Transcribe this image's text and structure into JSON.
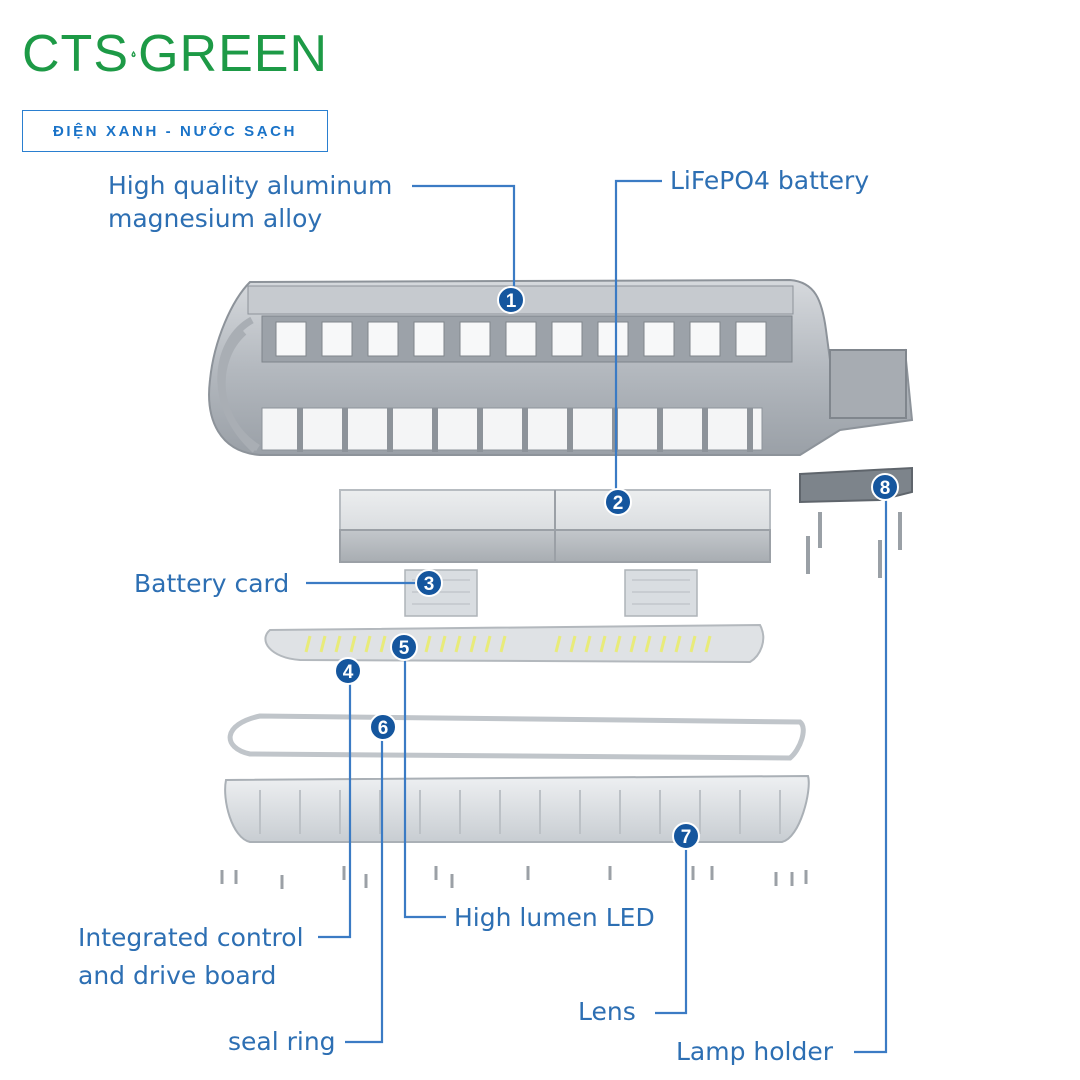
{
  "brand": {
    "name_left": "CTS",
    "name_right": "GREEN",
    "tagline": "ĐIỆN XANH - NƯỚC SẠCH",
    "icon": "water-drop-lightning-icon",
    "color": "#1d9a46",
    "tagline_color": "#1a73c8"
  },
  "colors": {
    "label": "#2d6fb3",
    "leader": "#3b7bc4",
    "badge": "#15569e",
    "led": "#e8eb7a"
  },
  "labels": {
    "aluminum_line1": "High quality aluminum",
    "aluminum_line2": "magnesium alloy",
    "battery": "LiFePO4 battery",
    "battery_card": "Battery card",
    "control_line1": "Integrated control",
    "control_line2": "and drive board",
    "led": "High lumen LED",
    "seal_ring": "seal ring",
    "lens": "Lens",
    "lamp_holder": "Lamp holder"
  },
  "badges": [
    "1",
    "2",
    "3",
    "4",
    "5",
    "6",
    "7",
    "8"
  ]
}
